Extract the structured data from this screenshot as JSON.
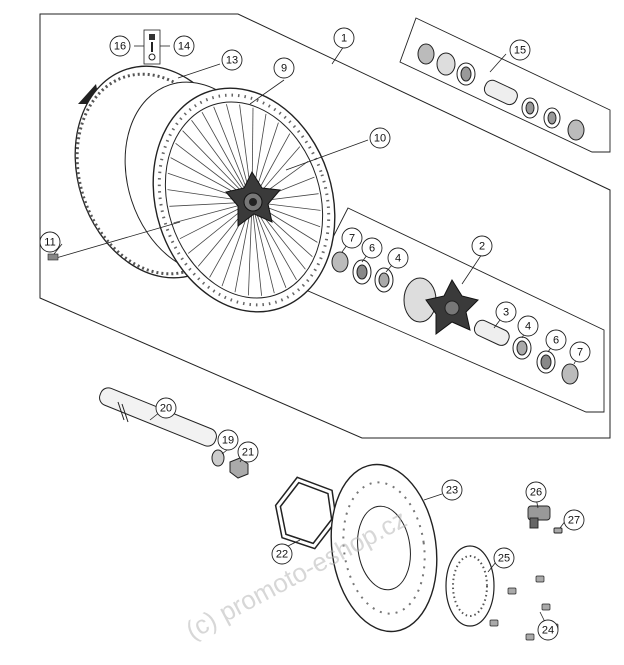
{
  "watermark": "(c) promoto-eshop.cz",
  "callouts": [
    "1",
    "2",
    "3",
    "4",
    "4",
    "6",
    "6",
    "7",
    "7",
    "9",
    "10",
    "11",
    "13",
    "14",
    "15",
    "16",
    "19",
    "20",
    "21",
    "22",
    "23",
    "24",
    "25",
    "26",
    "27"
  ],
  "colors": {
    "line": "#222222",
    "fill": "#ffffff",
    "dark": "#3a3a3a",
    "arrow": "#222222"
  }
}
